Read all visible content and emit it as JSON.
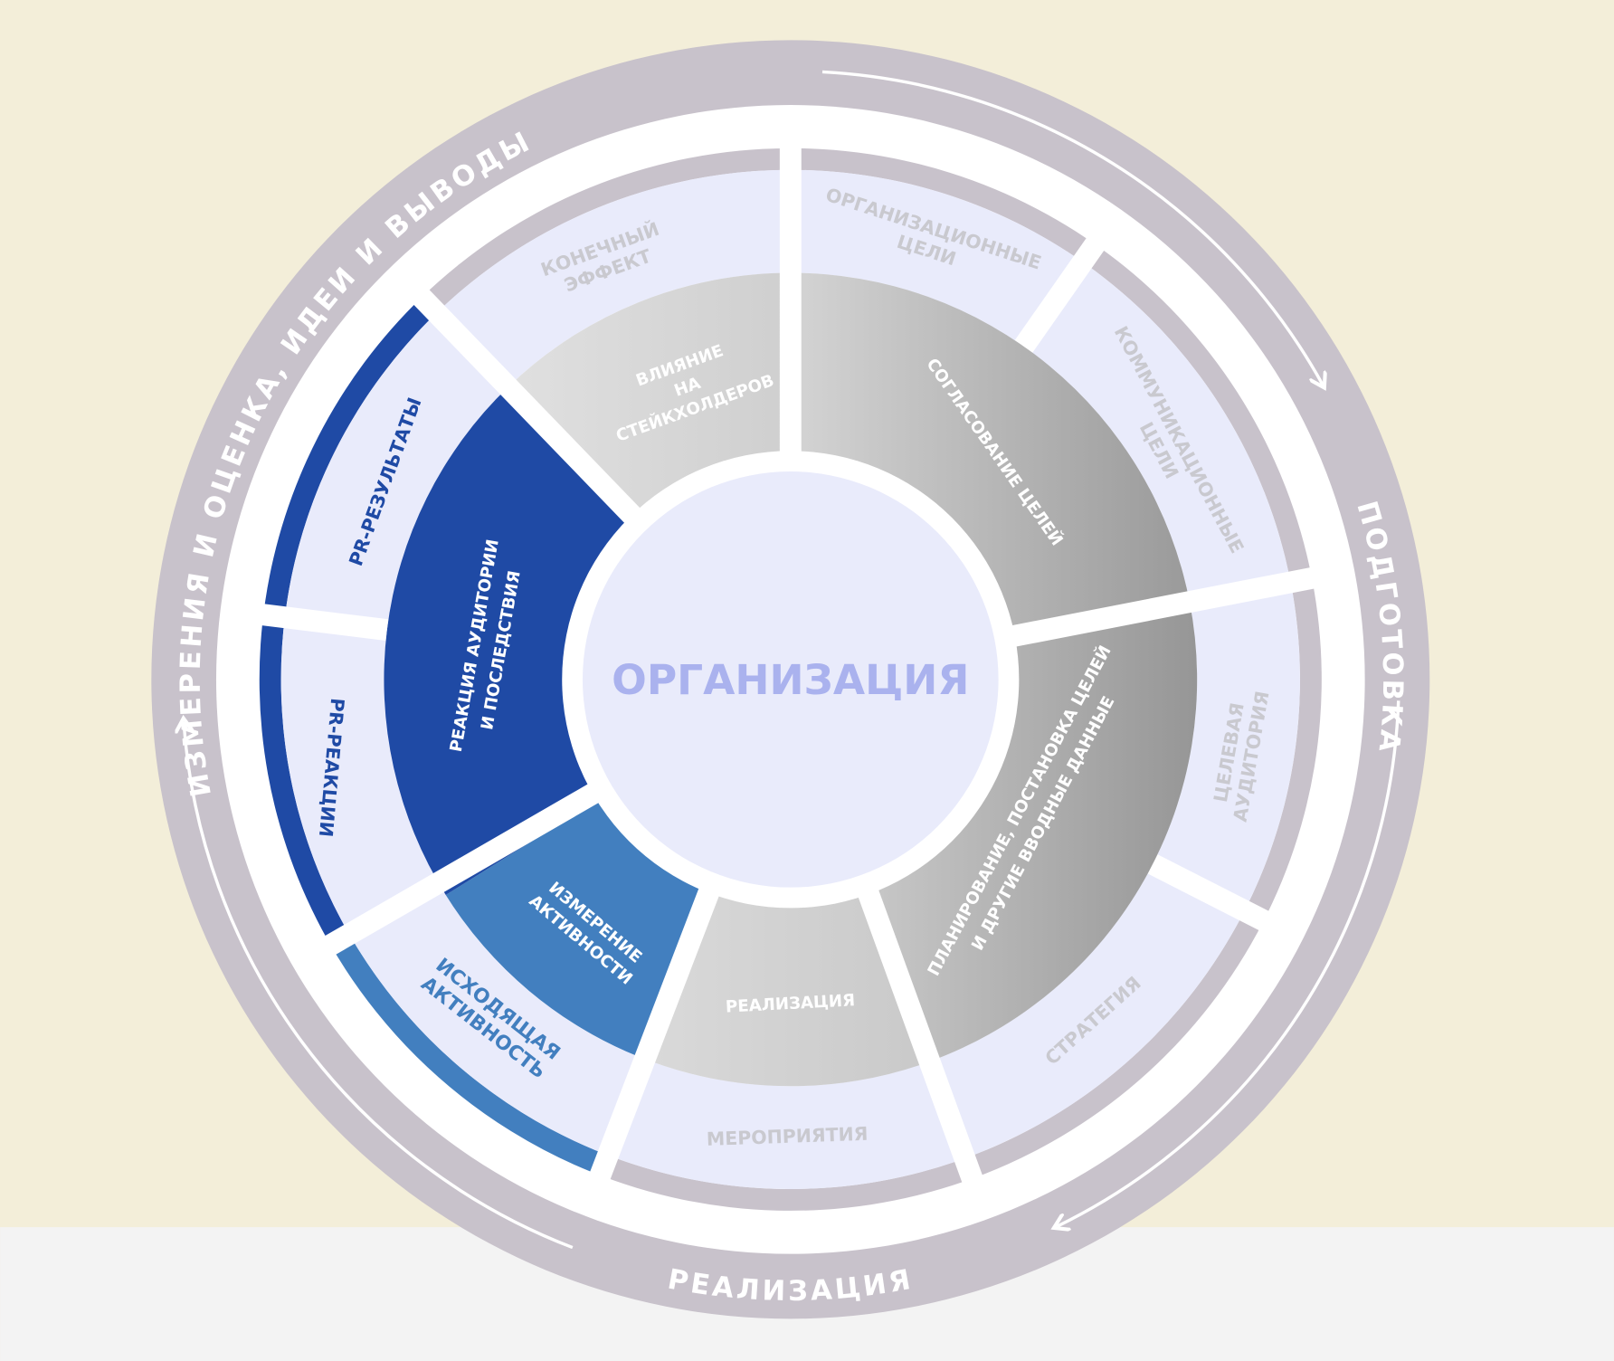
{
  "colors": {
    "background_top": "#f3eed9",
    "background_bottom": "#f3f3f3",
    "outer_ring": "#c8c2cb",
    "segment_fill": "#e9ebfb",
    "dark_blue": "#1f4aa5",
    "mid_blue": "#427fbf",
    "center_text": "#aab2ee"
  },
  "ring_titles": {
    "measurement": "ИЗМЕРЕНИЯ И ОЦЕНКА, ИДЕИ И ВЫВОДЫ",
    "preparation": "ПОДГОТОВКА",
    "implementation": "РЕАЛИЗАЦИЯ"
  },
  "center": {
    "title": "ОРГАНИЗАЦИЯ"
  },
  "outer_segments": {
    "final_effect": [
      "КОНЕЧНЫЙ",
      "ЭФФЕКТ"
    ],
    "org_goals": [
      "ОРГАНИЗАЦИОННЫЕ",
      "ЦЕЛИ"
    ],
    "comm_goals": [
      "КОММУНИКАЦИОННЫЕ",
      "ЦЕЛИ"
    ],
    "target_audience": [
      "ЦЕЛЕВАЯ",
      "АУДИТОРИЯ"
    ],
    "strategy": "СТРАТЕГИЯ",
    "events": "МЕРОПРИЯТИЯ",
    "outgoing_activity": [
      "ИСХОДЯЩАЯ",
      "АКТИВНОСТЬ"
    ],
    "pr_reactions": "PR-РЕАКЦИИ",
    "pr_results": "PR-РЕЗУЛЬТАТЫ"
  },
  "middle_segments": {
    "stakeholder_impact": [
      "ВЛИЯНИЕ",
      "НА",
      "СТЕЙКХОЛДЕРОВ"
    ],
    "goal_alignment": "СОГЛАСОВАНИЕ ЦЕЛЕЙ",
    "planning": [
      "ПЛАНИРОВАНИЕ, ПОСТАНОВКА ЦЕЛЕЙ",
      "И ДРУГИЕ ВВОДНЫЕ ДАННЫЕ"
    ],
    "implementation": "РЕАЛИЗАЦИЯ",
    "activity_measurement": [
      "ИЗМЕРЕНИЕ",
      "АКТИВНОСТИ"
    ],
    "audience_reaction": [
      "РЕАКЦИЯ АУДИТОРИИ",
      "И ПОСЛЕДСТВИЯ"
    ]
  }
}
